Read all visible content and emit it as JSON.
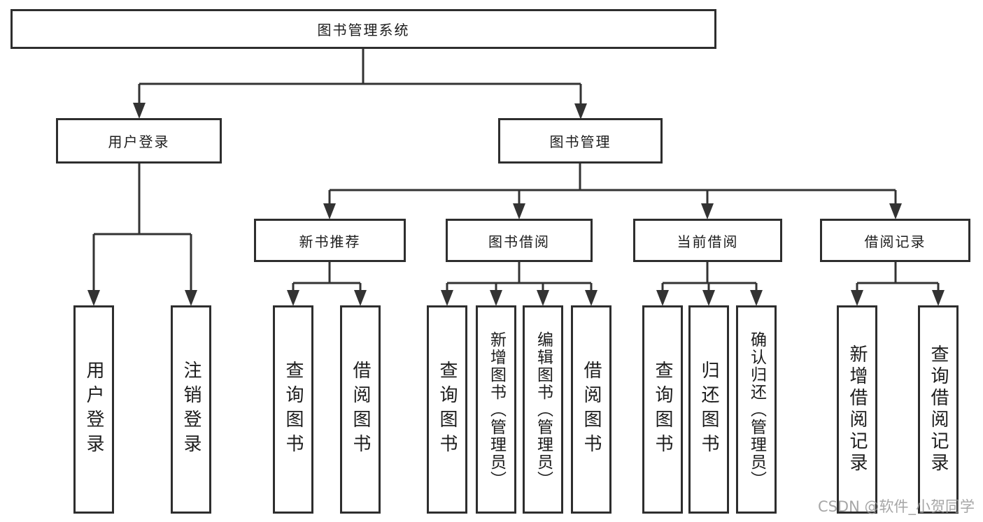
{
  "watermark": {
    "text": "CSDN @软件_小贺同学"
  },
  "tree": {
    "label": "图书管理系统",
    "children": [
      {
        "label": "用户登录",
        "children": [
          {
            "label": "用户登录"
          },
          {
            "label": "注销登录"
          }
        ]
      },
      {
        "label": "图书管理",
        "children": [
          {
            "label": "新书推荐",
            "children": [
              {
                "label": "查询图书"
              },
              {
                "label": "借阅图书"
              }
            ]
          },
          {
            "label": "图书借阅",
            "children": [
              {
                "label": "查询图书"
              },
              {
                "label": "新增图书（管理员）"
              },
              {
                "label": "编辑图书（管理员）"
              },
              {
                "label": "借阅图书"
              }
            ]
          },
          {
            "label": "当前借阅",
            "children": [
              {
                "label": "查询图书"
              },
              {
                "label": "归还图书"
              },
              {
                "label": "确认归还（管理员）"
              }
            ]
          },
          {
            "label": "借阅记录",
            "children": [
              {
                "label": "新增借阅记录"
              },
              {
                "label": "查询借阅记录"
              }
            ]
          }
        ]
      }
    ]
  }
}
